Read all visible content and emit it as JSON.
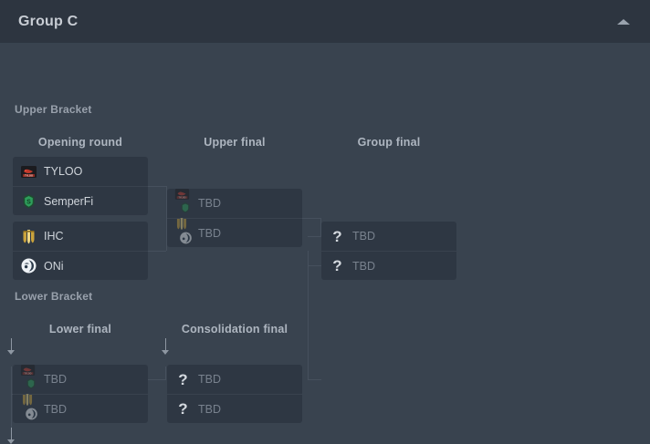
{
  "header": {
    "title": "Group C",
    "collapse_icon": "chevron-up-icon"
  },
  "brackets": {
    "upper": {
      "label": "Upper Bracket",
      "rounds": [
        {
          "name": "Opening round"
        },
        {
          "name": "Upper final"
        },
        {
          "name": "Group final"
        }
      ]
    },
    "lower": {
      "label": "Lower Bracket",
      "rounds": [
        {
          "name": "Lower final"
        },
        {
          "name": "Consolidation final"
        }
      ]
    }
  },
  "teams": {
    "tyloo": {
      "name": "TYLOO",
      "color": "#c0392b"
    },
    "semperfi": {
      "name": "SemperFi",
      "color": "#2e9e5b"
    },
    "ihc": {
      "name": "IHC",
      "color": "#d4a843"
    },
    "oni": {
      "name": "ONi",
      "color": "#e4e8ec"
    }
  },
  "tbd_label": "TBD",
  "matches": {
    "upper_open_1": {
      "slots": [
        {
          "name": "TYLOO",
          "logo": "tyloo-logo",
          "tbd": false
        },
        {
          "name": "SemperFi",
          "logo": "semperfi-logo",
          "tbd": false
        }
      ]
    },
    "upper_open_2": {
      "slots": [
        {
          "name": "IHC",
          "logo": "ihc-logo",
          "tbd": false
        },
        {
          "name": "ONi",
          "logo": "oni-logo",
          "tbd": false
        }
      ]
    },
    "upper_final": {
      "slots": [
        {
          "name": "TBD",
          "logo": "tyloo-semperfi-stack",
          "tbd": true
        },
        {
          "name": "TBD",
          "logo": "ihc-oni-stack",
          "tbd": true
        }
      ]
    },
    "group_final": {
      "slots": [
        {
          "name": "TBD",
          "logo": "question-icon",
          "tbd": true
        },
        {
          "name": "TBD",
          "logo": "question-icon",
          "tbd": true
        }
      ]
    },
    "lower_final": {
      "slots": [
        {
          "name": "TBD",
          "logo": "tyloo-semperfi-stack",
          "tbd": true
        },
        {
          "name": "TBD",
          "logo": "ihc-oni-stack",
          "tbd": true
        }
      ]
    },
    "consolation_final": {
      "slots": [
        {
          "name": "TBD",
          "logo": "question-icon",
          "tbd": true
        },
        {
          "name": "TBD",
          "logo": "question-icon",
          "tbd": true
        }
      ]
    }
  },
  "colors": {
    "page_bg": "#39434f",
    "header_bg": "#2d3540",
    "match_bg": "#2e3743",
    "connector": "#46505d",
    "label_text": "#aeb6c0",
    "tbd_text": "#79828e"
  }
}
